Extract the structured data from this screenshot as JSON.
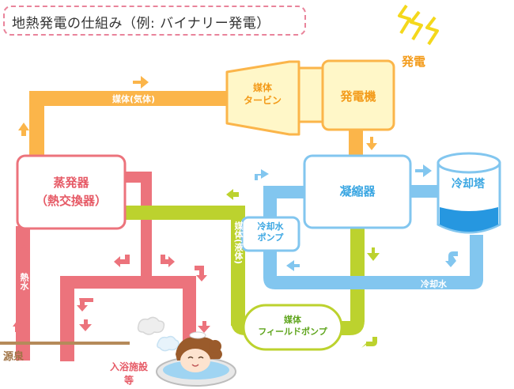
{
  "title": "地熱発電の仕組み（例: バイナリー発電）",
  "labels": {
    "power_generation": "発電",
    "turbine": [
      "媒体",
      "タービン"
    ],
    "generator": "発電機",
    "evaporator": [
      "蒸発器",
      "（熱交換器）"
    ],
    "condenser": "凝縮器",
    "cooling_tower": "冷却塔",
    "cooling_water_pump": [
      "冷却水",
      "ポンプ"
    ],
    "feed_pump": [
      "媒体",
      "フィールドポンプ"
    ],
    "medium_gas": "媒体(気体)",
    "medium_liquid": "媒体(液体)",
    "hot_water": "熱水",
    "cooling_water": "冷却水",
    "source": "源泉",
    "bathing_facility": [
      "入浴施設",
      "等"
    ]
  },
  "colors": {
    "medium_gas": "#fbb54a",
    "medium_liquid": "#bcd22e",
    "hot_water": "#ec737c",
    "cooling_water": "#82c6ef",
    "source_ground": "#b58a5a",
    "box_orange_fill": "#fff7c8",
    "box_pink_border": "#ec737c",
    "box_blue_border": "#82c6ef",
    "tower_water": "#2697e0"
  }
}
